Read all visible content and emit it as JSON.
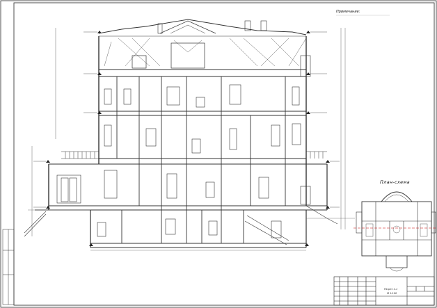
{
  "notes": {
    "title": "Примечание:"
  },
  "plan": {
    "title": "План-схема"
  },
  "title_block": {
    "sheet_label": "Разрез 1-1",
    "scale": "М 1:100"
  }
}
